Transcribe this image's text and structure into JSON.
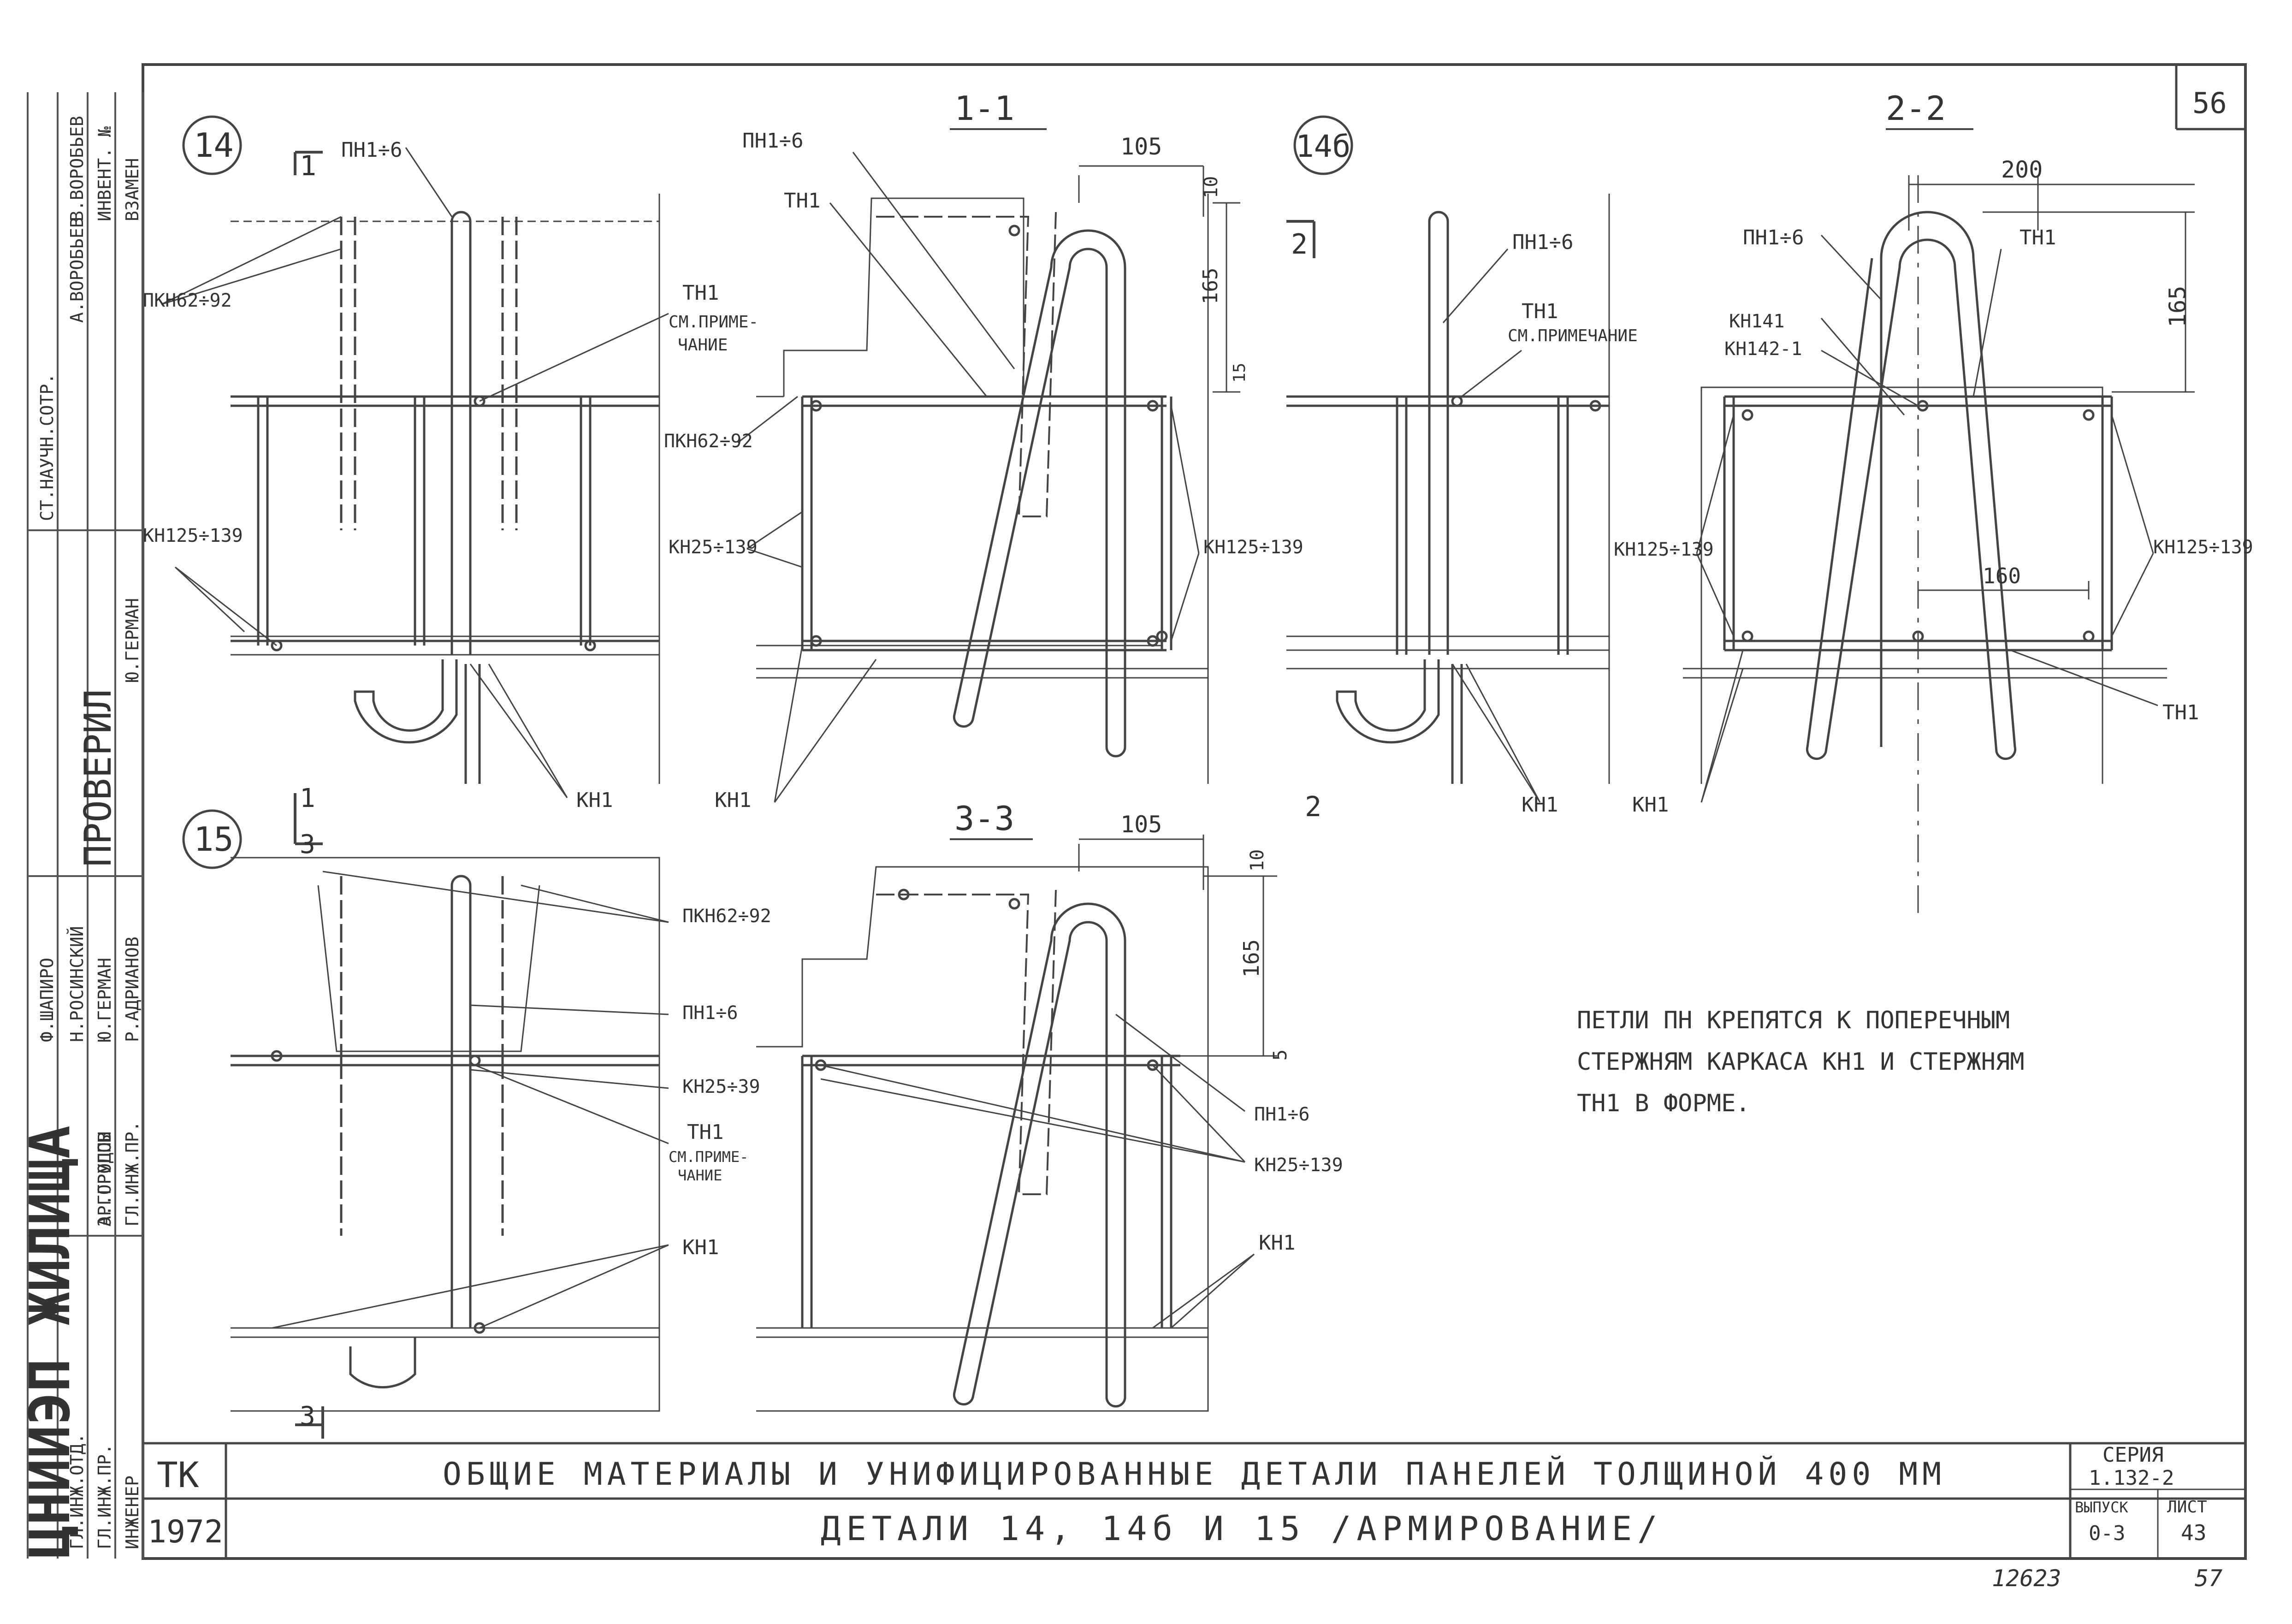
{
  "sheet_number_top": "56",
  "sheet_number_bottom": "57",
  "archive_number": "12623",
  "details": {
    "d14": "14",
    "d14b": "14б",
    "d15": "15"
  },
  "sections": {
    "s11": "1-1",
    "s22": "2-2",
    "s33": "3-3",
    "mark1": "1",
    "mark2": "2",
    "mark3": "3"
  },
  "labels": {
    "pn16": "ПН1÷6",
    "pkn6292": "ПКН62÷92",
    "tn1": "ТН1",
    "tn1_note_a": "ТН1",
    "tn1_note_b": "СМ.ПРИМЕ-",
    "tn1_note_c": "ЧАНИЕ",
    "tn1_note2": "СМ.ПРИМЕЧАНИЕ",
    "kn125139": "КН125÷139",
    "kn25139": "КН25÷139",
    "kn2539": "КН25÷39",
    "kn1": "КН1",
    "kn141": "КН141",
    "kn1421": "КН142-1"
  },
  "dimensions": {
    "d105": "105",
    "d10": "10",
    "d165": "165",
    "d15": "15",
    "d200": "200",
    "d160": "160",
    "d5": "5"
  },
  "note": {
    "line1": "ПЕТЛИ ПН КРЕПЯТСЯ К ПОПЕРЕЧНЫМ",
    "line2": "СТЕРЖНЯМ КАРКАСА КН1 И СТЕРЖНЯМ",
    "line3": "ТН1 В ФОРМЕ."
  },
  "title_block": {
    "org_code": "ТК",
    "year": "1972",
    "title_line1": "ОБЩИЕ МАТЕРИАЛЫ И УНИФИЦИРОВАННЫЕ ДЕТАЛИ ПАНЕЛЕЙ ТОЛЩИНОЙ 400 ММ",
    "title_line2": "ДЕТАЛИ 14, 14б И 15 /АРМИРОВАНИЕ/",
    "series_label": "СЕРИЯ",
    "series_value": "1.132-2",
    "issue_label": "ВЫПУСК",
    "issue_value": "0-3",
    "sheet_label": "ЛИСТ",
    "sheet_value": "43"
  },
  "side_stamp": {
    "institute": "ЦНИИЭП ЖИЛИЩА",
    "checked": "ПРОВЕРИЛ",
    "cells": [
      "ГЛ.ИНЖ.ПР.",
      "ЭР.ГРУППЫ",
      "ИНЖЕНЕР",
      "ГЛ.ИНЖ.ОТД.",
      "ГЛ.ИНЖ.ПР.",
      "СТ.НАУЧН.СОТР.",
      "ИНВЕНТ. №",
      "ВЗАМЕН"
    ],
    "names": [
      "Ф.ШАПИРО",
      "Н.РОСИНСКИЙ",
      "Ю.ГЕРМАН",
      "Р.АДРИАНОВ",
      "А.ВОРОБЬЕВ",
      "Ю.ГЕРМАН",
      "А.ГОРОДОВ",
      "В.ВОРОБЬЕВ"
    ]
  }
}
